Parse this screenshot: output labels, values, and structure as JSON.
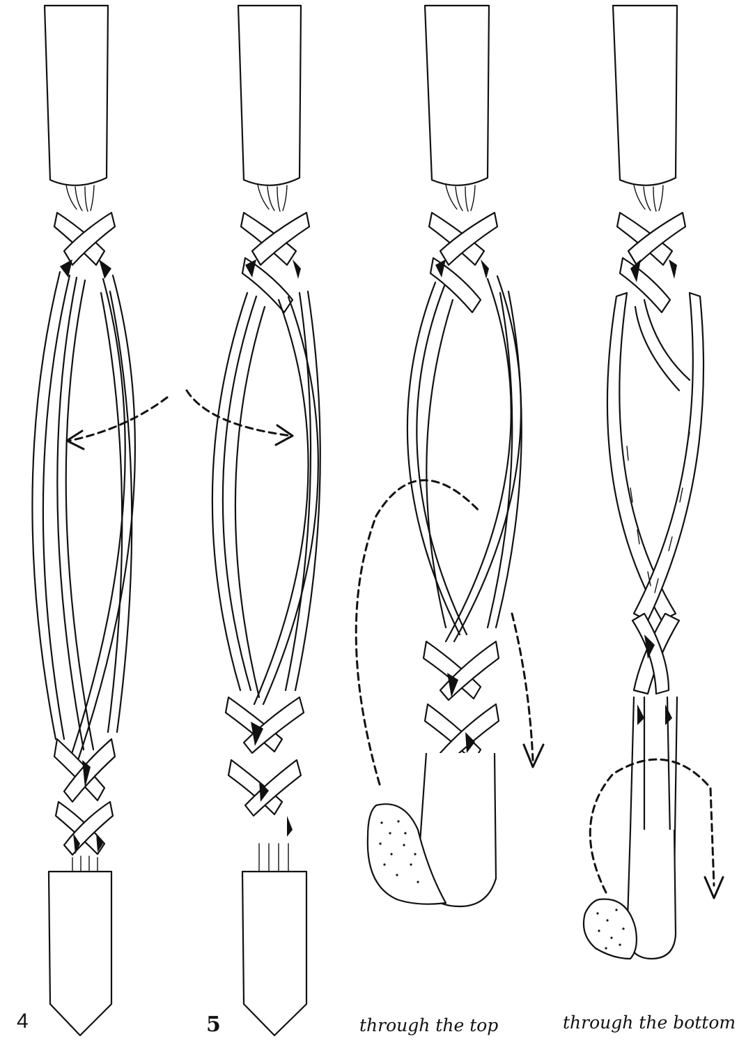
{
  "captions": {
    "step4": "4",
    "step5": "5",
    "through_top": "through the top",
    "through_bottom": "through the bottom"
  },
  "panels": [
    {
      "id": "step-4",
      "arrow": "dashed curved arrows pointing outward"
    },
    {
      "id": "step-5",
      "arrow": "dashed curved arrow pointing right"
    },
    {
      "id": "through-the-top",
      "arrow": "dashed loop arrow over the top, then down"
    },
    {
      "id": "through-the-bottom",
      "arrow": "dashed loop arrow under the bottom"
    }
  ]
}
